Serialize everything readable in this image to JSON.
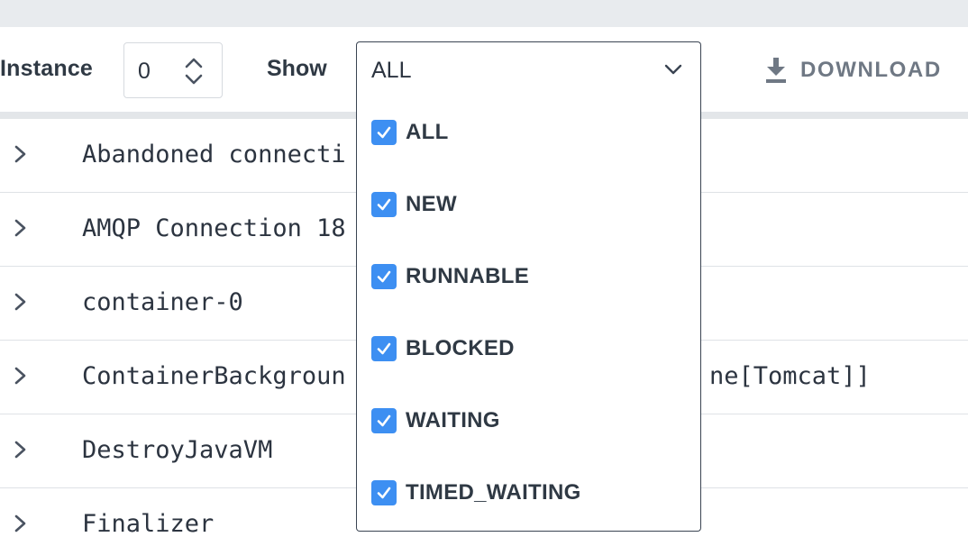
{
  "toolbar": {
    "instance_label": "Instance",
    "instance_value": "0",
    "show_label": "Show",
    "show_selected": "ALL",
    "download_label": "DOWNLOAD"
  },
  "threads": [
    {
      "name": "Abandoned connecti"
    },
    {
      "name": "AMQP Connection 18"
    },
    {
      "name": "container-0"
    },
    {
      "name": "ContainerBackgroun"
    },
    {
      "name": "DestroyJavaVM"
    },
    {
      "name": "Finalizer"
    }
  ],
  "thread_overflow_text": "ne[Tomcat]]",
  "show_options": [
    {
      "label": "ALL",
      "checked": true
    },
    {
      "label": "NEW",
      "checked": true
    },
    {
      "label": "RUNNABLE",
      "checked": true
    },
    {
      "label": "BLOCKED",
      "checked": true
    },
    {
      "label": "WAITING",
      "checked": true
    },
    {
      "label": "TIMED_WAITING",
      "checked": true
    }
  ],
  "colors": {
    "checkbox": "#3d8ff2",
    "text": "#2c3440",
    "muted": "#6f7884",
    "divider": "#dfe2e6"
  }
}
